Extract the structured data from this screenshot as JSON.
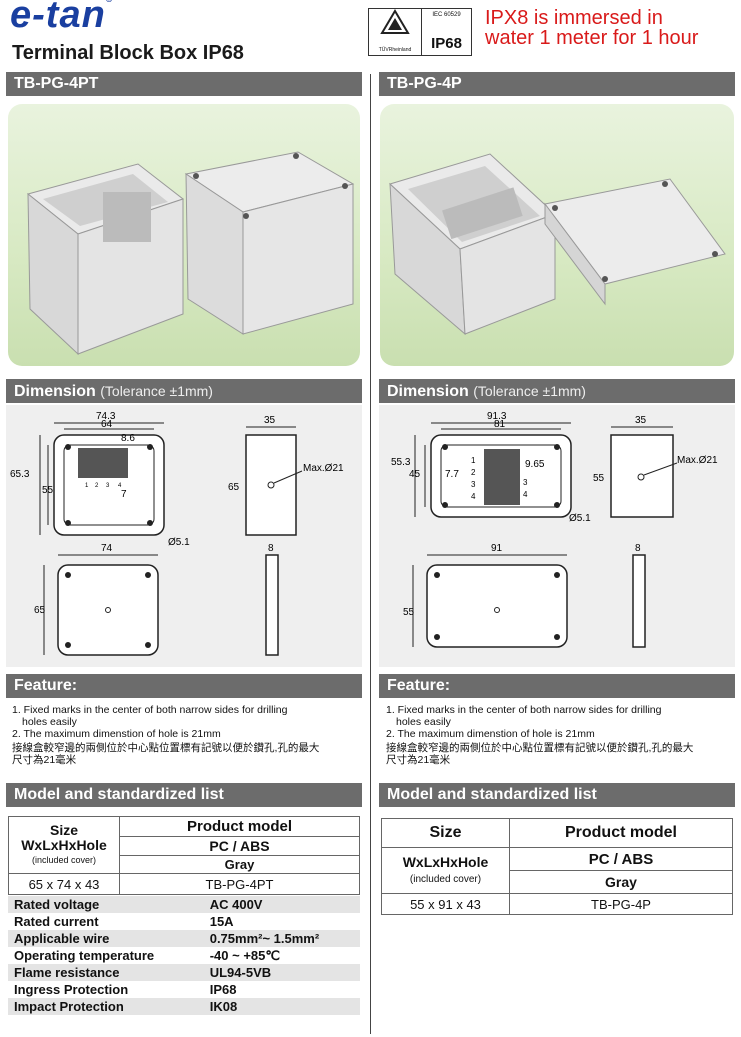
{
  "header": {
    "brand": "e-tan",
    "brand_mark": "®",
    "title": "Terminal Block Box   IP68",
    "cert_left": "TÜVRheinland",
    "cert_std": "IEC 60529",
    "cert_rating": "IP68",
    "ipx_line1": "IPX8 is immersed in",
    "ipx_line2": "water 1 meter for 1 hour"
  },
  "left": {
    "model": "TB-PG-4PT",
    "dimension_label": "Dimension",
    "tolerance": "(Tolerance ±1mm)",
    "dims": {
      "w_outer": "74.3",
      "w_inner": "64",
      "pitch": "8.6",
      "h_outer": "65.3",
      "h_inner": "55",
      "side_w": "35",
      "side_h": "65",
      "max_hole": "Max.Ø21",
      "hole": "Ø5.1",
      "bottom_w": "74",
      "bottom_h": "65",
      "thick": "8",
      "small": "7",
      "t1": "1",
      "t2": "2",
      "t3": "3",
      "t4": "4"
    },
    "feature_label": "Feature:",
    "features": [
      "1. Fixed marks in the center of both narrow sides for drilling",
      "    holes easily",
      "2. The maximum dimenstion of hole is 21mm"
    ],
    "feature_cn_1": "接線盒較窄邊的兩側位於中心點位置標有記號以便於鑽孔,孔的最大",
    "feature_cn_2": "尺寸為21毫米",
    "list_label": "Model and standardized list",
    "table": {
      "size": "Size",
      "whh": "WxLxHxHole",
      "incl": "(included cover)",
      "product_model": "Product model",
      "material": "PC / ABS",
      "color": "Gray",
      "row_size": "65 x 74 x 43",
      "row_model": "TB-PG-4PT"
    },
    "specs": [
      {
        "label": "Rated voltage",
        "value": "AC 400V"
      },
      {
        "label": "Rated current",
        "value": "15A"
      },
      {
        "label": "Applicable wire",
        "value": "0.75mm²~ 1.5mm²"
      },
      {
        "label": "Operating temperature",
        "value": "-40 ~ +85℃"
      },
      {
        "label": "Flame resistance",
        "value": "UL94-5VB"
      },
      {
        "label": "Ingress Protection",
        "value": "IP68"
      },
      {
        "label": "Impact Protection",
        "value": "IK08"
      }
    ]
  },
  "right": {
    "model": "TB-PG-4P",
    "dimension_label": "Dimension",
    "tolerance": "(Tolerance ±1mm)",
    "dims": {
      "w_outer": "91.3",
      "w_inner": "81",
      "pitch": "9.65",
      "h_outer": "55.3",
      "h_inner": "45",
      "small": "7.7",
      "side_w": "35",
      "side_h": "55",
      "max_hole": "Max.Ø21",
      "hole": "Ø5.1",
      "bottom_w": "91",
      "bottom_h": "55",
      "thick": "8",
      "t1": "1",
      "t2": "2",
      "t3": "3",
      "t4": "4"
    },
    "feature_label": "Feature:",
    "features": [
      "1. Fixed marks in the center of both narrow sides for drilling",
      "    holes easily",
      "2. The maximum dimenstion of hole is 21mm"
    ],
    "feature_cn_1": "接線盒較窄邊的兩側位於中心點位置標有記號以便於鑽孔,孔的最大",
    "feature_cn_2": "尺寸為21毫米",
    "list_label": "Model and standardized list",
    "table": {
      "size": "Size",
      "whh": "WxLxHxHole",
      "incl": "(included cover)",
      "product_model": "Product model",
      "material": "PC / ABS",
      "color": "Gray",
      "row_size": "55 x 91 x 43",
      "row_model": "TB-PG-4P"
    }
  },
  "colors": {
    "brand": "#1a3fa0",
    "alert": "#d91a1a",
    "bar": "#6c6c6c"
  }
}
